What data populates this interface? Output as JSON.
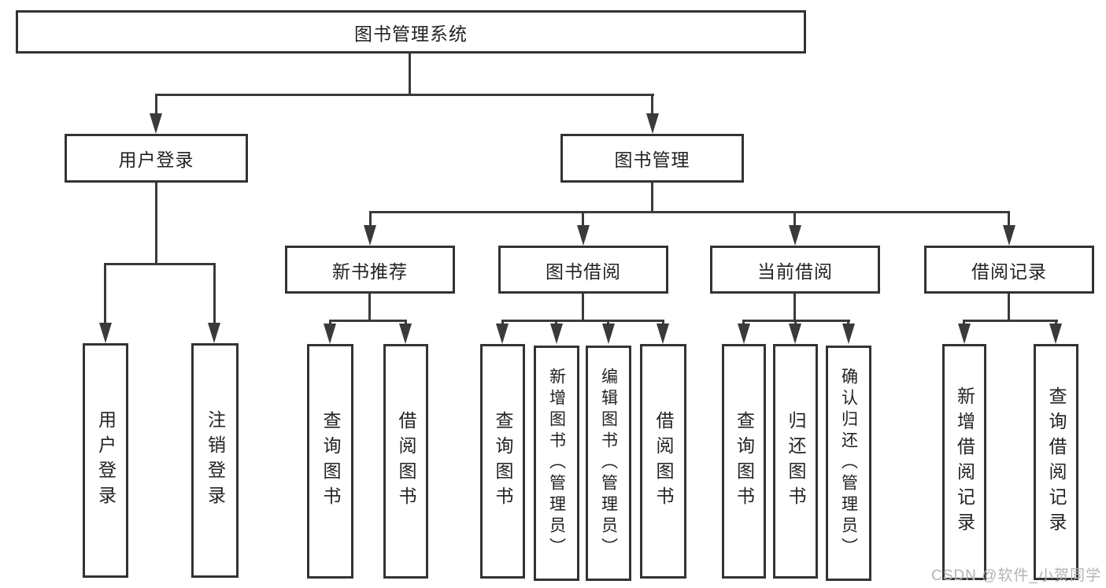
{
  "diagram": {
    "root": {
      "label": "图书管理系统"
    },
    "level2": {
      "user_login": {
        "label": "用户登录"
      },
      "book_mgmt": {
        "label": "图书管理"
      }
    },
    "level3": {
      "new_book_rec": {
        "label": "新书推荐"
      },
      "book_borrow": {
        "label": "图书借阅"
      },
      "current_borrow": {
        "label": "当前借阅"
      },
      "borrow_records": {
        "label": "借阅记录"
      }
    },
    "leaves": {
      "user_login": [
        {
          "label": "用户登录"
        },
        {
          "label": "注销登录"
        }
      ],
      "new_book_rec": [
        {
          "label": "查询图书"
        },
        {
          "label": "借阅图书"
        }
      ],
      "book_borrow": [
        {
          "label": "查询图书"
        },
        {
          "label": "新增图书（管理员）"
        },
        {
          "label": "编辑图书（管理员）"
        },
        {
          "label": "借阅图书"
        }
      ],
      "current_borrow": [
        {
          "label": "查询图书"
        },
        {
          "label": "归还图书"
        },
        {
          "label": "确认归还（管理员）"
        }
      ],
      "borrow_records": [
        {
          "label": "新增借阅记录"
        },
        {
          "label": "查询借阅记录"
        }
      ]
    }
  },
  "watermark": {
    "text": "CSDN @软件_小贺同学"
  },
  "colors": {
    "line": "#3a3a3a",
    "border": "#333333",
    "text": "#222222",
    "background": "#ffffff",
    "watermark": "#b3b3b6"
  }
}
